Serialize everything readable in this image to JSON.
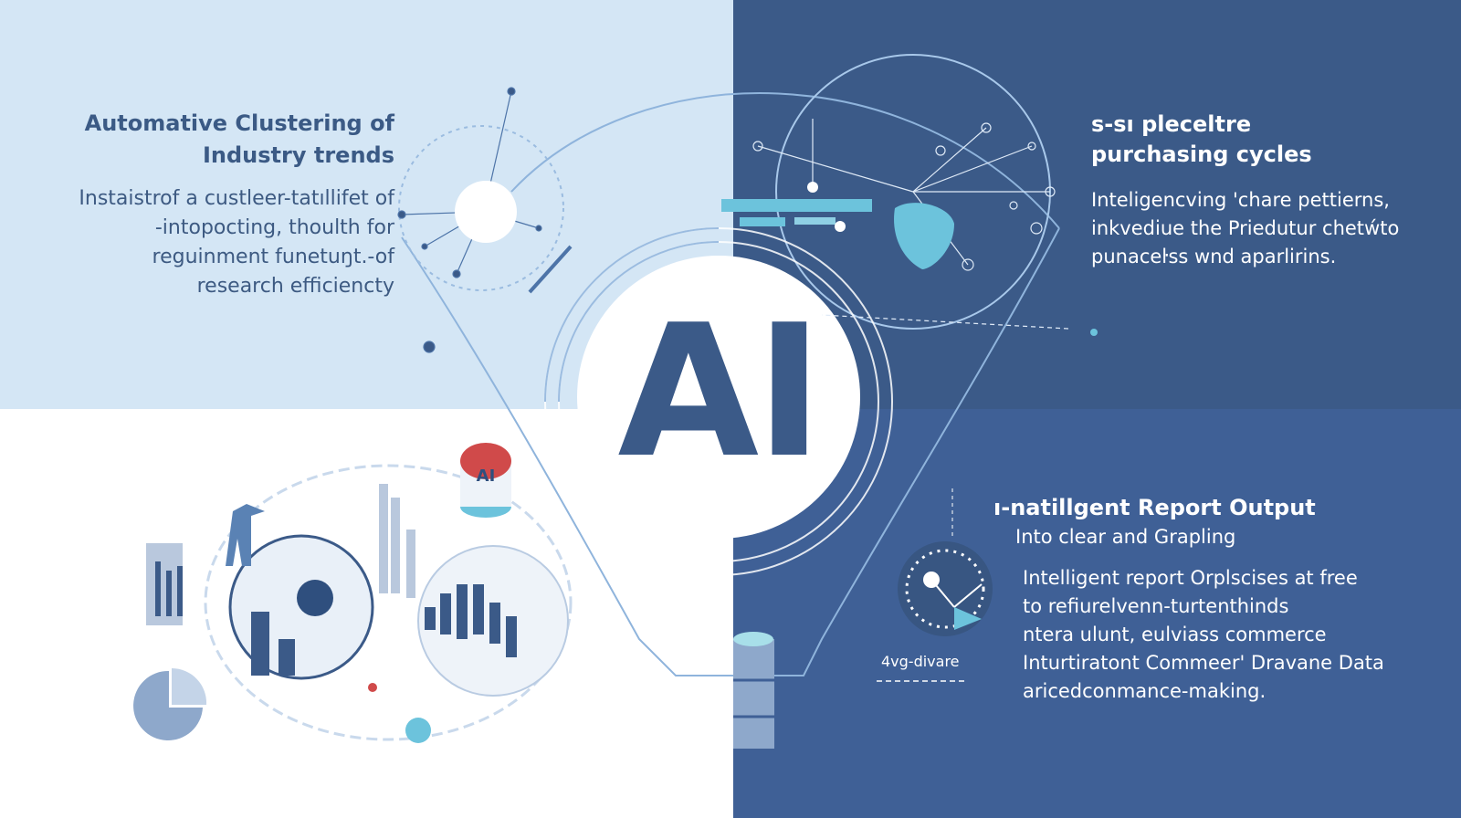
{
  "center": {
    "label": "AI"
  },
  "top_left": {
    "title_lines": [
      "Automative Clustering of",
      "Industry trends"
    ],
    "body_lines": [
      "Instaistrof a custleer-tatıllifet of",
      "-intopocting, thoulth for",
      "reguinment funetuŋt.-of",
      "research efficiencty"
    ]
  },
  "top_right": {
    "title_lines": [
      "s-sı pleceltre",
      "purchasing cycles"
    ],
    "body_lines": [
      "Inteligencving 'chare pettierns,",
      "inkvediue the Priedutur chetẃto",
      "punaceŀss wnd aparlirins."
    ]
  },
  "bottom_right": {
    "title": "ı-natillgent Report Output",
    "subtitle": "Into clear and Grapling",
    "body_lines": [
      "Intelligent report Orplscises at free",
      "to refiurelvenn-turtenthinds",
      "ntera ulunt, eulviass commerce",
      "Inturtiratont Commeer' Dravane Data",
      "aricedconmance-making."
    ],
    "chart_caption": "4vg-divare"
  },
  "colors": {
    "light_panel": "#d4e6f5",
    "dark_panel": "#3b5a88",
    "dark_panel_lower": "#3f6096",
    "accent": "#6cc3dc",
    "ink": "#3b5a88",
    "red": "#d04a4a"
  }
}
